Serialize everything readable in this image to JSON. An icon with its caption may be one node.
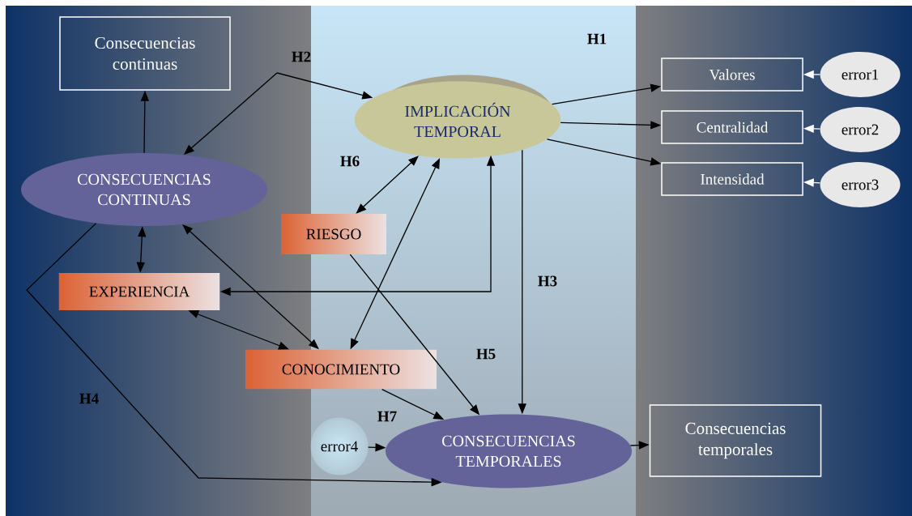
{
  "diagram": {
    "nodes": [
      {
        "text": [
          "Consecuencias continuas"
        ]
      },
      {
        "text": [
          "IMPLICACIÓN TEMPORAL"
        ]
      },
      {
        "text": [
          "Valores"
        ]
      },
      {
        "text": [
          "error1"
        ]
      },
      {
        "text": [
          "Centralidad"
        ]
      },
      {
        "text": [
          "error2"
        ]
      },
      {
        "text": [
          "Intensidad"
        ]
      },
      {
        "text": [
          "error3"
        ]
      },
      {
        "text": [
          "CONSECUENCIAS CONTINUAS"
        ]
      },
      {
        "text": [
          "RIESGO"
        ]
      },
      {
        "text": [
          "EXPERIENCIA"
        ]
      },
      {
        "text": [
          "CONOCIMIENTO"
        ]
      },
      {
        "text": [
          "error4"
        ]
      },
      {
        "text": [
          "CONSECUENCIAS TEMPORALES"
        ]
      },
      {
        "text": [
          "Consecuencias temporales"
        ]
      }
    ],
    "edges": [
      {
        "from": 8,
        "to": 0,
        "arrow": "to"
      },
      {
        "from": null,
        "to": 8,
        "arrow": "to"
      },
      {
        "from": null,
        "to": 1,
        "arrow": "to"
      },
      {
        "from": 1,
        "to": 2,
        "arrow": "to"
      },
      {
        "from": 1,
        "to": 4,
        "arrow": "to"
      },
      {
        "from": 1,
        "to": 6,
        "arrow": "to"
      },
      {
        "from": 3,
        "to": 2,
        "arrow": "to",
        "color": "#ffffff"
      },
      {
        "from": 5,
        "to": 4,
        "arrow": "to",
        "color": "#ffffff"
      },
      {
        "from": 7,
        "to": 6,
        "arrow": "to",
        "color": "#ffffff"
      },
      {
        "from": 9,
        "to": 1,
        "arrow": "both"
      },
      {
        "from": 8,
        "to": 10,
        "arrow": "both"
      },
      {
        "from": 8,
        "to": 11,
        "arrow": "both"
      },
      {
        "from": 10,
        "to": 11,
        "arrow": "both"
      },
      {
        "from": 11,
        "to": 1,
        "arrow": "both"
      },
      {
        "from": 10,
        "to": 1,
        "arrow": "both"
      },
      {
        "from": 1,
        "to": 13,
        "arrow": "to"
      },
      {
        "from": 9,
        "to": 13,
        "arrow": "to"
      },
      {
        "from": 11,
        "to": 13,
        "arrow": "to"
      },
      {
        "from": 12,
        "to": 13,
        "arrow": "to"
      },
      {
        "from": 8,
        "to": 13,
        "arrow": "to"
      },
      {
        "from": 13,
        "to": 14,
        "arrow": "to"
      }
    ],
    "labels": [
      "H1",
      "H2",
      "H6",
      "H3",
      "H5",
      "H4",
      "H7"
    ]
  }
}
